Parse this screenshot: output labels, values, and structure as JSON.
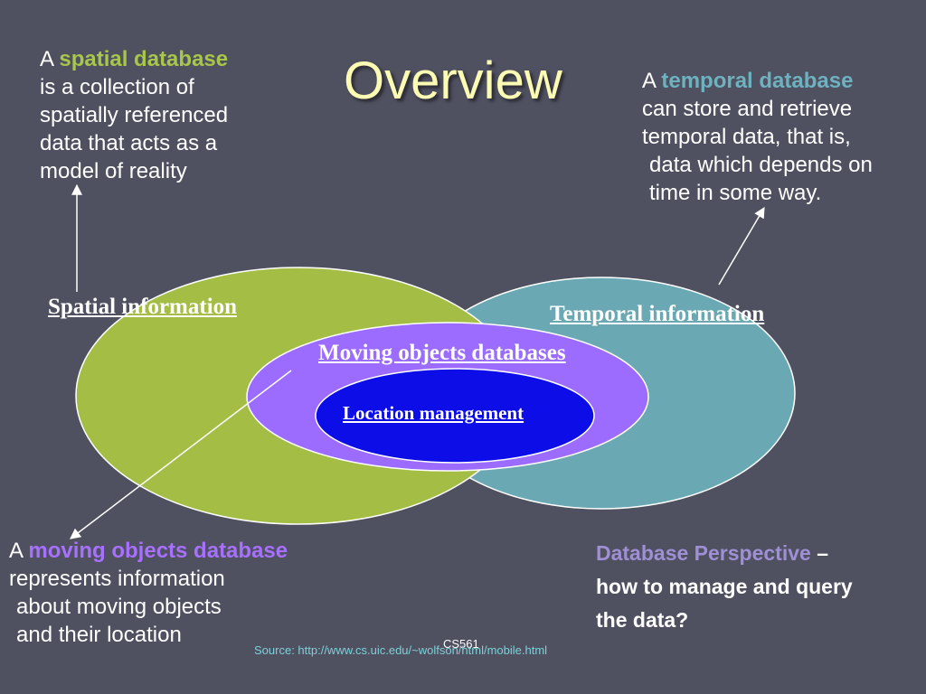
{
  "title": "Overview",
  "spatial_note": {
    "prefix": "A ",
    "term": "spatial database",
    "lines": [
      "is a collection of",
      "spatially referenced",
      "data that acts as a",
      "model of reality"
    ]
  },
  "temporal_note": {
    "prefix": "A ",
    "term": "temporal database",
    "lines": [
      "can store and retrieve",
      "temporal data, that is,",
      "data which depends on",
      "time in some way."
    ]
  },
  "moving_note": {
    "prefix": "A ",
    "term": "moving objects database",
    "lines": [
      "represents information",
      "about moving objects",
      "and their location"
    ]
  },
  "perspective": {
    "term": "Database Perspective",
    "dash": " –",
    "lines": [
      "how to manage and query",
      "the data?"
    ]
  },
  "diagram": {
    "spatial_label": "Spatial information",
    "temporal_label": "Temporal information",
    "moving_label": "Moving objects databases",
    "location_label": "Location management",
    "colors": {
      "spatial": "#a3bd45",
      "temporal": "#6aa9b3",
      "moving": "#9b6cff",
      "location": "#0d0de8",
      "outline": "#ffffff"
    }
  },
  "footer": {
    "course": "CS561",
    "source": "Source: http://www.cs.uic.edu/~wolfson/html/mobile.html"
  }
}
